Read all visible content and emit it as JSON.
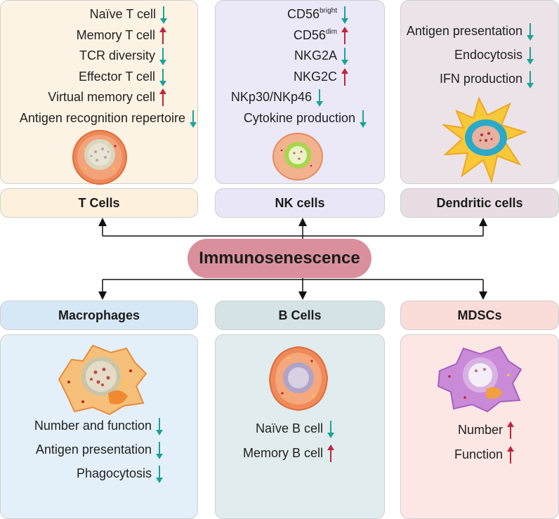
{
  "center_label": "Immunosenescence",
  "colors": {
    "up": "#c0243a",
    "down": "#1aa39a"
  },
  "t_cells": {
    "title": "T Cells",
    "items": [
      {
        "text": "Naïve T cell",
        "dir": "down"
      },
      {
        "text": "Memory T cell",
        "dir": "up"
      },
      {
        "text": "TCR diversity",
        "dir": "down"
      },
      {
        "text": "Effector T cell",
        "dir": "down"
      },
      {
        "text": "Virtual memory cell",
        "dir": "up"
      },
      {
        "text": "Antigen recognition repertoire",
        "dir": "down"
      }
    ]
  },
  "nk_cells": {
    "title": "NK cells",
    "items": [
      {
        "text": "CD56",
        "sup": "bright",
        "dir": "down"
      },
      {
        "text": "CD56",
        "sup": "dim",
        "dir": "up"
      },
      {
        "text": "NKG2A",
        "dir": "down"
      },
      {
        "text": "NKG2C",
        "dir": "up"
      },
      {
        "text": "NKp30/NKp46",
        "dir": "down"
      },
      {
        "text": "Cytokine production",
        "dir": "down"
      }
    ]
  },
  "dendritic_cells": {
    "title": "Dendritic cells",
    "items": [
      {
        "text": "Antigen presentation",
        "dir": "down"
      },
      {
        "text": "Endocytosis",
        "dir": "down"
      },
      {
        "text": "IFN production",
        "dir": "down"
      }
    ]
  },
  "macrophages": {
    "title": "Macrophages",
    "items": [
      {
        "text": "Number and function",
        "dir": "down"
      },
      {
        "text": "Antigen presentation",
        "dir": "down"
      },
      {
        "text": "Phagocytosis",
        "dir": "down"
      }
    ]
  },
  "b_cells": {
    "title": "B Cells",
    "items": [
      {
        "text": "Naïve B cell",
        "dir": "down"
      },
      {
        "text": "Memory B cell",
        "dir": "up"
      }
    ]
  },
  "mdscs": {
    "title": "MDSCs",
    "items": [
      {
        "text": "Number",
        "dir": "up"
      },
      {
        "text": "Function",
        "dir": "up"
      }
    ]
  }
}
